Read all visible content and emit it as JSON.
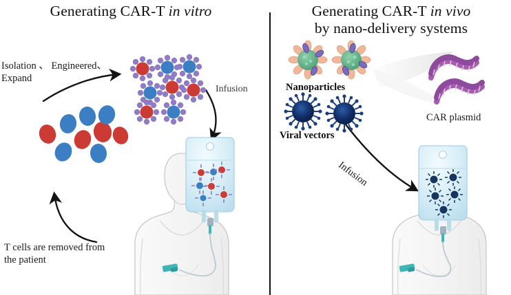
{
  "figure": {
    "background_color": "#ffffff",
    "divider_color": "#111111"
  },
  "panels": {
    "left": {
      "title_line1": "Generating CAR-T ",
      "title_italic1": "in vitro",
      "labels": {
        "isolation": "Isolation 、 Engineered、",
        "isolation_line2": "Expand",
        "infusion": "Infusion",
        "removed_line1": "T cells are removed from",
        "removed_line2": "the patient"
      }
    },
    "right": {
      "title_line1": "Generating CAR-T ",
      "title_italic1": "in vivo",
      "title_line2": "by nano-delivery systems",
      "labels": {
        "nanoparticles": "Nanoparticles",
        "viral_vectors": "Viral vectors",
        "car_plasmid": "CAR plasmid",
        "infusion": "Infusion"
      }
    }
  },
  "colors": {
    "cell_red": "#cc3a34",
    "cell_blue": "#3b7ec4",
    "car_purple": "#8f7cc4",
    "virus_navy": "#12306b",
    "plasmid_purple": "#a65dae",
    "nano_green": "#63b68a",
    "nano_peach": "#f0b89a",
    "bag_blue": "#cfe8f2",
    "cannula_teal": "#3fb5b5",
    "body_gray": "#f2f2f2",
    "body_outline": "#c9c9c9",
    "arrow_black": "#141414"
  }
}
